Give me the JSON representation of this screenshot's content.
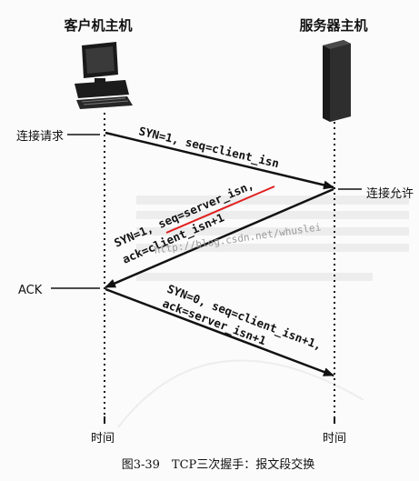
{
  "client": {
    "title": "客户机主机",
    "time_label": "时间"
  },
  "server": {
    "title": "服务器主机",
    "time_label": "时间"
  },
  "labels": {
    "connect_request": "连接请求",
    "connect_grant": "连接允许",
    "ack": "ACK"
  },
  "messages": {
    "msg1_line1": "SYN=1, seq=client_isn",
    "msg2_line1": "SYN=1, seq=server_isn,",
    "msg2_line2": "ack=client_isn+1",
    "msg3_line1": "SYN=0, seq=client_isn+1,",
    "msg3_line2": "ack=server_isn+1"
  },
  "highlight_text": "seq=server_isn",
  "watermark": "http://blog.csdn.net/whuslei",
  "caption": "图3-39　TCP三次握手：报文段交换",
  "colors": {
    "highlight_underline": "#e02020",
    "ink": "#111111"
  }
}
